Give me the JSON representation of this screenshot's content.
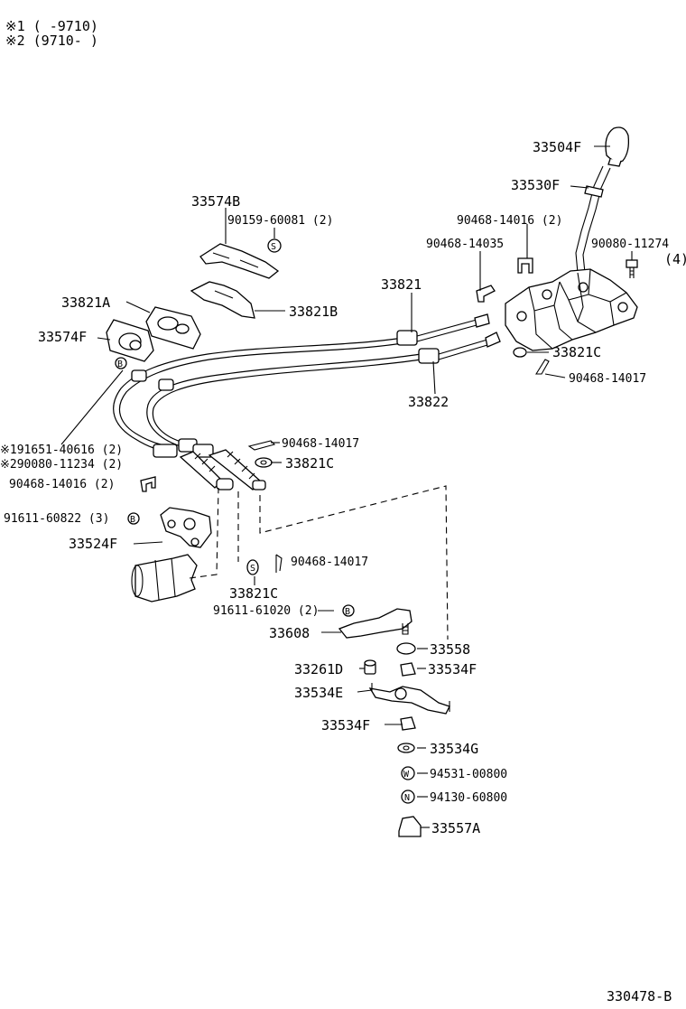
{
  "notes": {
    "note1": "※1 (      -9710)",
    "note2": "※2 (9710-       )"
  },
  "labels": {
    "l_33504F": "33504F",
    "l_33530F": "33530F",
    "l_33574B": "33574B",
    "l_90159": "90159-60081 (2)",
    "l_90468_14016_top": "90468-14016 (2)",
    "l_90468_14035": "90468-14035",
    "l_90080_11274": "90080-11274",
    "l_qty4": "(4)",
    "l_33821": "33821",
    "l_33821A": "33821A",
    "l_33821B": "33821B",
    "l_33574F": "33574F",
    "l_33821C_right": "33821C",
    "l_90468_14017_right": "90468-14017",
    "l_33822": "33822",
    "l_91651": "※191651-40616 (2)",
    "l_90080_11234": "※290080-11234 (2)",
    "l_90468_14016_left": "90468-14016 (2)",
    "l_90468_14017_mid": "90468-14017",
    "l_33821C_mid": "33821C",
    "l_91611_60822": "91611-60822 (3)",
    "l_33524F": "33524F",
    "l_90468_14017_low": "90468-14017",
    "l_33821C_low": "33821C",
    "l_91611_61020": "91611-61020 (2)",
    "l_33608": "33608",
    "l_33558": "33558",
    "l_33261D": "33261D",
    "l_33534F_top": "33534F",
    "l_33534E": "33534E",
    "l_33534F_bot": "33534F",
    "l_33534G": "33534G",
    "l_94531": "94531-00800",
    "l_94130": "94130-60800",
    "l_33557A": "33557A",
    "l_code": "330478-B"
  },
  "symbols": {
    "s_S": "S",
    "s_B1": "B",
    "s_B2": "B",
    "s_B3": "B",
    "s_W": "W",
    "s_N": "N"
  }
}
